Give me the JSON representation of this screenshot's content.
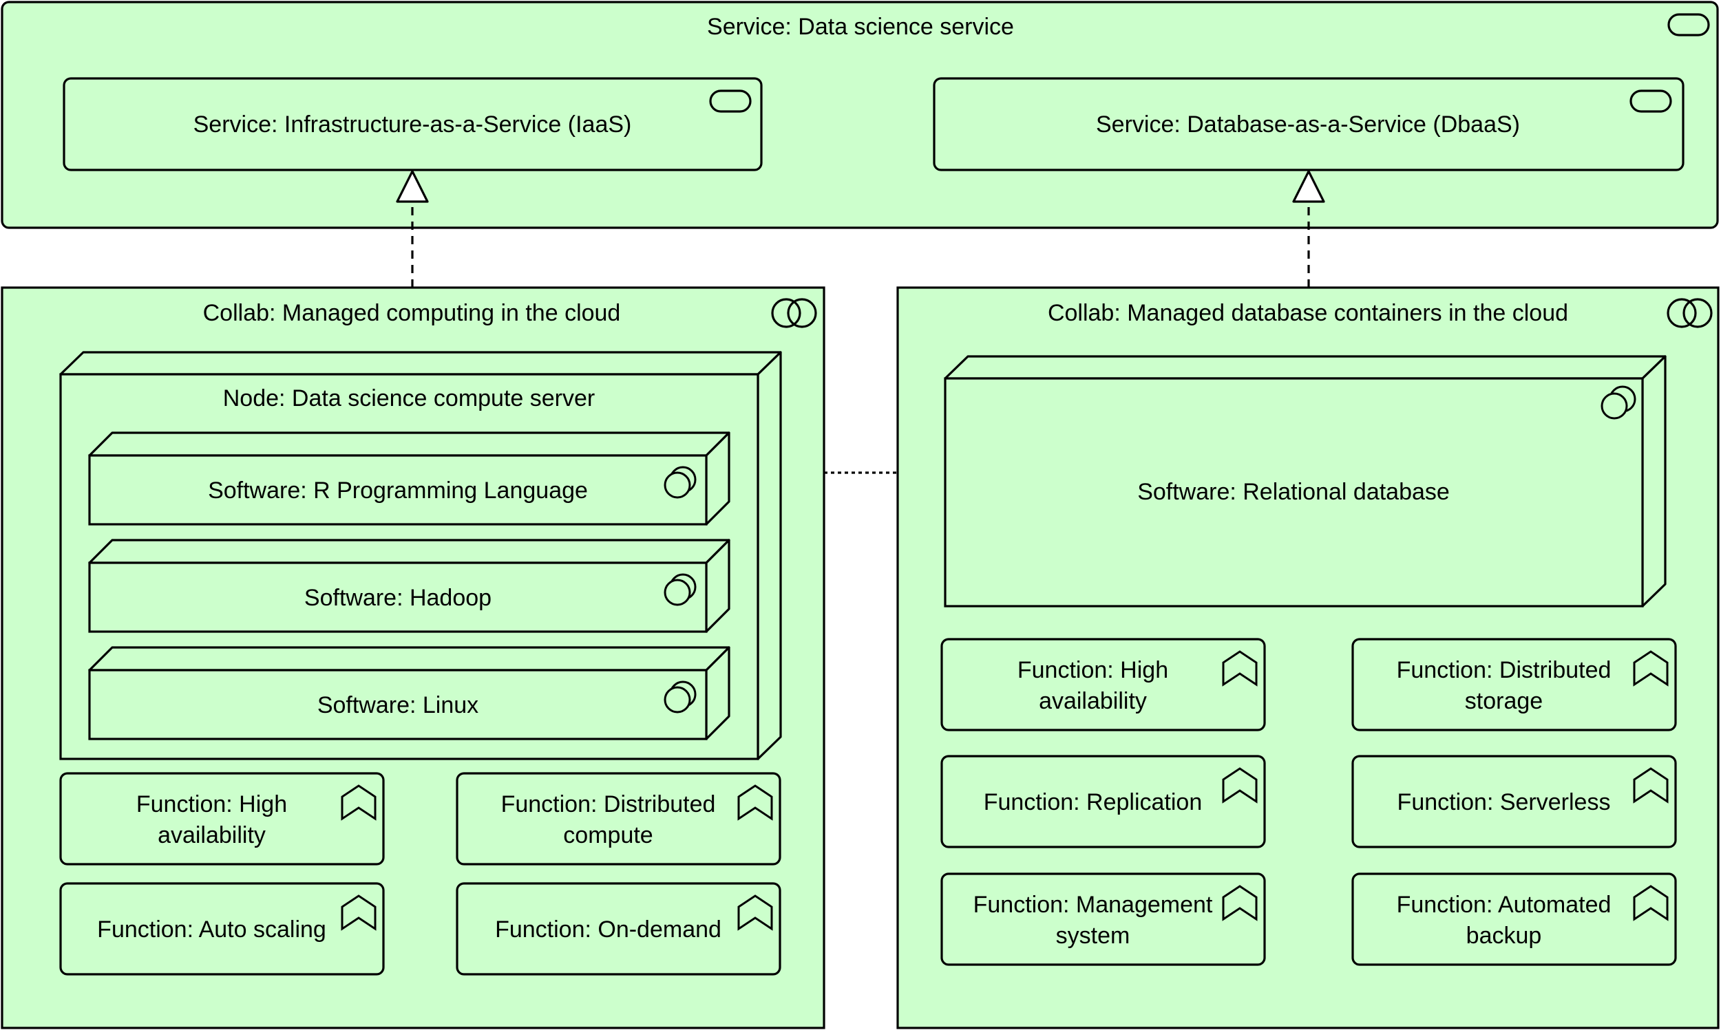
{
  "diagram": {
    "service_main": {
      "label": "Service: Data science service",
      "icon": "service-icon"
    },
    "service_iaas": {
      "label": "Service: Infrastructure-as-a-Service (IaaS)",
      "icon": "service-icon"
    },
    "service_dbaas": {
      "label": "Service: Database-as-a-Service (DbaaS)",
      "icon": "service-icon"
    },
    "collab_compute": {
      "label": "Collab: Managed computing in the cloud",
      "icon": "collaboration-icon",
      "node": {
        "label": "Node: Data science compute server",
        "software": [
          {
            "label": "Software: R Programming Language",
            "icon": "system-software-icon"
          },
          {
            "label": "Software: Hadoop",
            "icon": "system-software-icon"
          },
          {
            "label": "Software: Linux",
            "icon": "system-software-icon"
          }
        ]
      },
      "functions": [
        {
          "lines": [
            "Function: High",
            "availability"
          ],
          "icon": "function-icon"
        },
        {
          "lines": [
            "Function: Distributed",
            "compute"
          ],
          "icon": "function-icon"
        },
        {
          "lines": [
            "Function: Auto scaling"
          ],
          "icon": "function-icon"
        },
        {
          "lines": [
            "Function: On-demand"
          ],
          "icon": "function-icon"
        }
      ]
    },
    "collab_db": {
      "label": "Collab: Managed database containers in the cloud",
      "icon": "collaboration-icon",
      "software": {
        "label": "Software: Relational database",
        "icon": "system-software-icon"
      },
      "functions": [
        {
          "lines": [
            "Function: High",
            "availability"
          ],
          "icon": "function-icon"
        },
        {
          "lines": [
            "Function: Distributed",
            "storage"
          ],
          "icon": "function-icon"
        },
        {
          "lines": [
            "Function: Replication"
          ],
          "icon": "function-icon"
        },
        {
          "lines": [
            "Function: Serverless"
          ],
          "icon": "function-icon"
        },
        {
          "lines": [
            "Function: Management",
            "system"
          ],
          "icon": "function-icon"
        },
        {
          "lines": [
            "Function: Automated",
            "backup"
          ],
          "icon": "function-icon"
        }
      ]
    },
    "relations": [
      {
        "type": "realization",
        "from": "collab_compute",
        "to": "service_iaas"
      },
      {
        "type": "realization",
        "from": "collab_db",
        "to": "service_dbaas"
      },
      {
        "type": "association",
        "from": "collab_compute",
        "to": "collab_db"
      }
    ],
    "colors": {
      "fill": "#ccffcc",
      "stroke": "#000000"
    }
  }
}
